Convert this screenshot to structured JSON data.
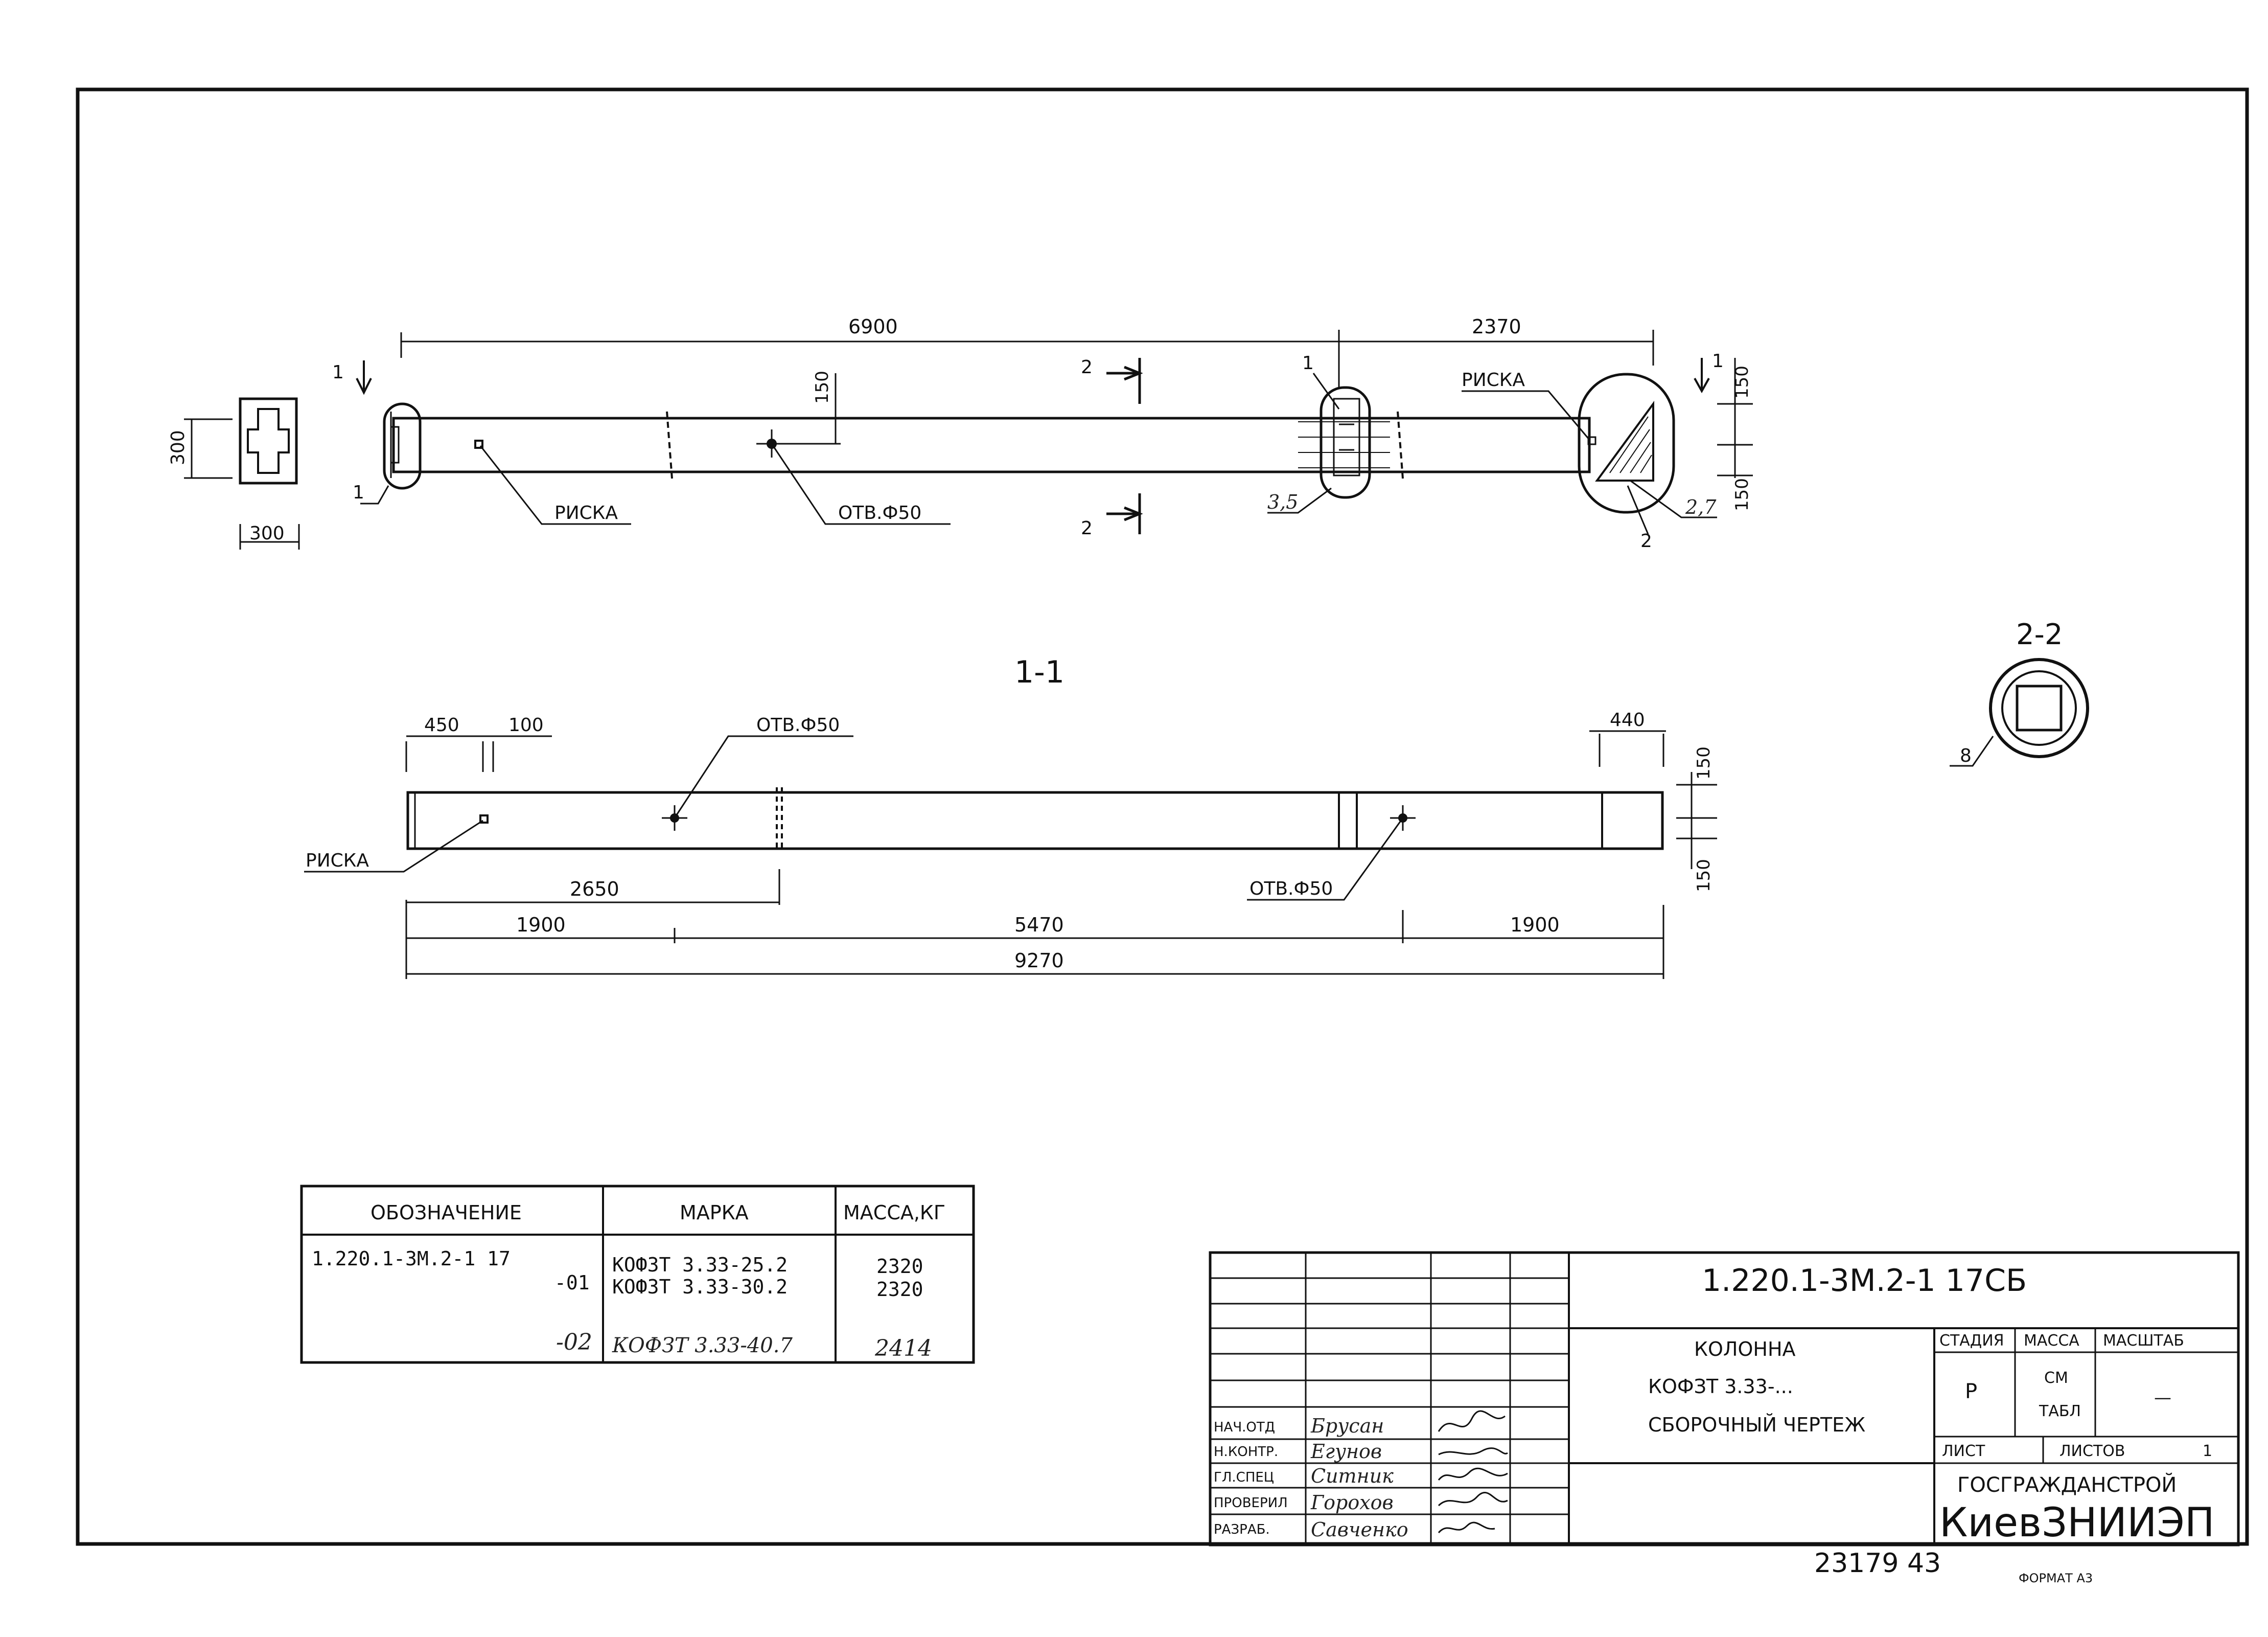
{
  "drawing": {
    "top_view": {
      "dim_overall_top": "6900",
      "dim_right_top": "2370",
      "dim_section_h": "300",
      "dim_section_w": "300",
      "dim_hole_offset": "150",
      "dim_right_150_top": "150",
      "dim_right_150_bottom": "150",
      "label_riska_left": "РИСКА",
      "label_riska_right": "РИСКА",
      "label_hole": "ОТВ.Ф50",
      "cut_1_left_top": "1",
      "cut_1_left_bottom": "1",
      "cut_1_right": "1",
      "cut_2_top": "2",
      "cut_2_bottom": "2",
      "callout_1_top": "1",
      "callout_35": "3,5",
      "callout_27": "2,7",
      "callout_2": "2"
    },
    "section_1_1": {
      "title": "1-1",
      "dim_450": "450",
      "dim_100": "100",
      "dim_440": "440",
      "dim_150_top": "150",
      "dim_150_bottom": "150",
      "dim_2650": "2650",
      "dim_1900_left": "1900",
      "dim_5470": "5470",
      "dim_1900_right": "1900",
      "dim_9270": "9270",
      "label_riska": "РИСКА",
      "label_hole_left": "ОТВ.Ф50",
      "label_hole_right": "ОТВ.Ф50"
    },
    "section_2_2": {
      "title": "2-2",
      "callout": "8"
    }
  },
  "spec_table": {
    "headers": [
      "ОБОЗНАЧЕНИЕ",
      "МАРКА",
      "МАССА,КГ"
    ],
    "rows": [
      {
        "designation": "1.220.1-3М.2-1 17",
        "mark": "КОФЗТ 3.33-25.2",
        "mass": "2320"
      },
      {
        "designation": "-01",
        "mark": "КОФЗТ 3.33-30.2",
        "mass": "2320"
      },
      {
        "designation": "-02",
        "mark": "КОФЗТ 3.33-40.7",
        "mass": "2414"
      }
    ]
  },
  "title_block": {
    "code": "1.220.1-3М.2-1 17СБ",
    "name_line1": "КОЛОННА",
    "name_line2": "КОФЗТ 3.33-...",
    "name_line3": "СБОРОЧНЫЙ ЧЕРТЕЖ",
    "stage_header": "СТАДИЯ",
    "mass_header": "МАССА",
    "scale_header": "МАСШТАБ",
    "stage_value": "Р",
    "mass_value_1": "СМ",
    "mass_value_2": "ТАБЛ",
    "scale_value": "—",
    "sheet_label": "ЛИСТ",
    "sheets_label": "ЛИСТОВ",
    "sheets_value": "1",
    "org_line1": "ГОСГРАЖДАНСТРОЙ",
    "org_line2": "КиевЗНИИЭП",
    "signatures": [
      {
        "role": "НАЧ.ОТД",
        "name": "Брусан"
      },
      {
        "role": "Н.КОНТР.",
        "name": "Егунов"
      },
      {
        "role": "ГЛ.СПЕЦ",
        "name": "Ситник"
      },
      {
        "role": "ПРОВЕРИЛ",
        "name": "Горохов"
      },
      {
        "role": "РАЗРАБ.",
        "name": "Савченко"
      }
    ],
    "archive_number": "23179 43",
    "format": "ФОРМАТ А3"
  }
}
